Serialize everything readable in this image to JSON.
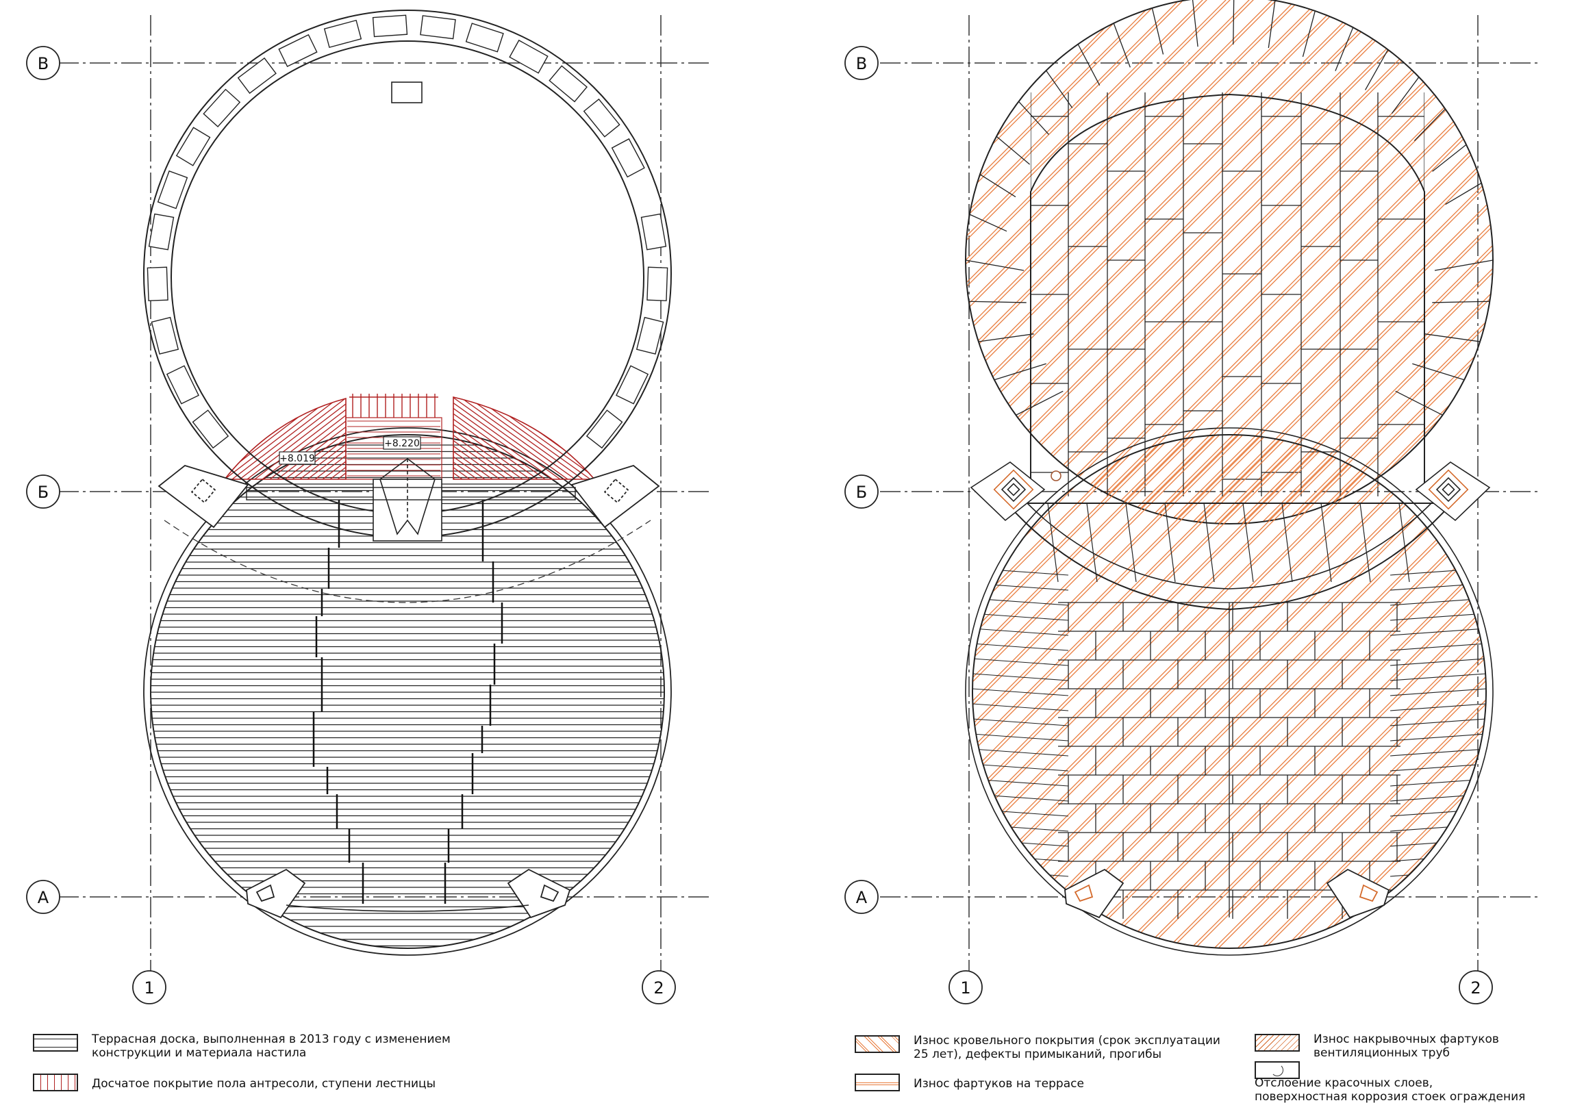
{
  "axes": {
    "rows": [
      "В",
      "Б",
      "А"
    ],
    "cols": [
      "1",
      "2"
    ]
  },
  "plan_left": {
    "level_left": "+8.019",
    "level_center": "+8.220"
  },
  "legend": {
    "terrace_board": "Террасная доска, выполненная в 2013 году с изменением\nконструкции и материала настила",
    "mezzanine_floor": "Досчатое покрытие пола антресоли, ступени лестницы",
    "roof_wear": "Износ кровельного покрытия (срок эксплуатации\n25 лет), дефекты примыканий, прогибы",
    "terrace_apron_wear": "Износ фартуков на террасе",
    "vent_apron_wear": "Износ накрывочных фартуков\nвентиляционных труб",
    "paint_peeling": "Отслоение красочных слоев,\nповерхностная коррозия стоек ограждения"
  },
  "colors": {
    "line": "#222222",
    "mezzanine_hatch": "#b02020",
    "wear_hatch": "#e87a3a"
  }
}
